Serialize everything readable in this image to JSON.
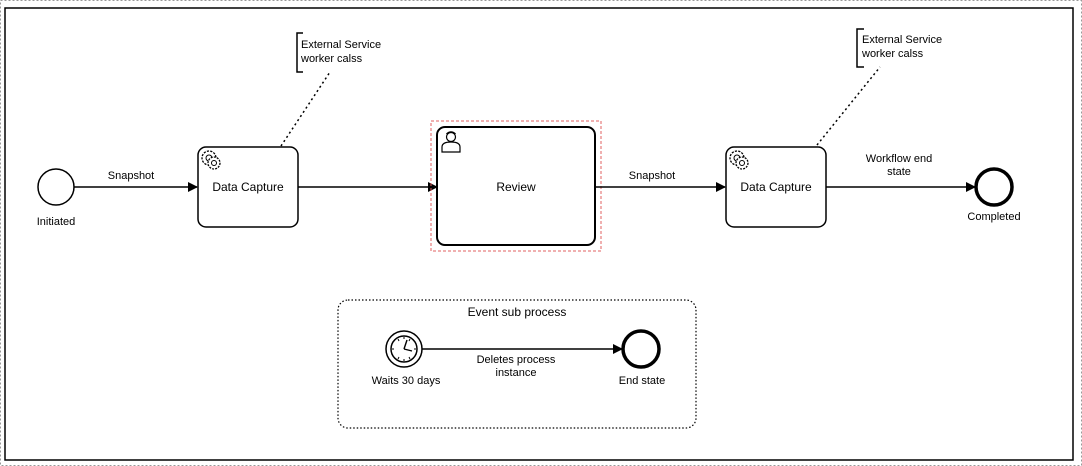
{
  "events": {
    "start": {
      "label": "Initiated"
    },
    "end": {
      "label": "Completed"
    },
    "timer": {
      "label": "Waits 30 days"
    },
    "sub_end": {
      "label": "End state"
    }
  },
  "tasks": {
    "data_capture_1": {
      "label": "Data Capture",
      "icon": "gear-icon"
    },
    "review": {
      "label": "Review",
      "icon": "user-icon"
    },
    "data_capture_2": {
      "label": "Data Capture",
      "icon": "gear-icon"
    }
  },
  "flows": {
    "start_to_capture": {
      "label": "Snapshot"
    },
    "review_to_capture": {
      "label": "Snapshot"
    },
    "capture_to_end": {
      "line1": "Workflow end",
      "line2": "state"
    },
    "timer_to_end": {
      "line1": "Deletes process",
      "line2": "instance"
    }
  },
  "annotations": {
    "external_1": {
      "line1": "External Service",
      "line2": "worker calss"
    },
    "external_2": {
      "line1": "External Service",
      "line2": "worker calss"
    }
  },
  "subprocess": {
    "title": "Event sub process"
  }
}
